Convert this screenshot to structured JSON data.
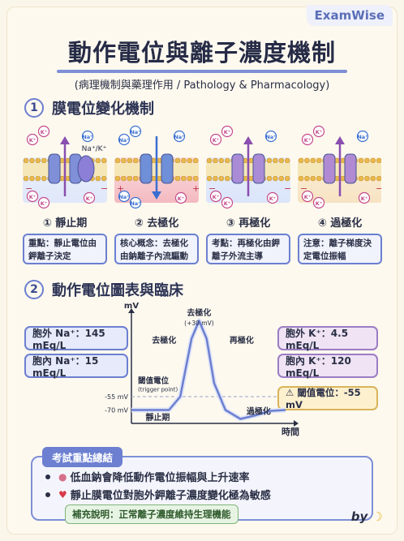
{
  "brand": "ExamWise",
  "title": "動作電位與離子濃度機制",
  "subtitle": "(病理機制與藥理作用 / Pathology & Pharmacology)",
  "section1": {
    "number": "1",
    "title": "膜電位變化機制",
    "ion_labels": {
      "na": "Na⁺",
      "k": "K⁺",
      "pump": "Na⁺/K⁺",
      "plus": "+",
      "minus": "−"
    },
    "steps": [
      {
        "label": "① 靜止期",
        "note": "重點：靜止電位由鉀離子決定"
      },
      {
        "label": "② 去極化",
        "note": "核心概念：去極化由鈉離子內流驅動"
      },
      {
        "label": "③ 再極化",
        "note": "考點：再極化由鉀離子外流主導"
      },
      {
        "label": "④ 過極化",
        "note": "注意：離子梯度決定電位振幅"
      }
    ]
  },
  "section2": {
    "number": "2",
    "title": "動作電位圖表與臨床",
    "left_boxes": [
      "胞外 Na⁺：145 mEq/L",
      "胞內 Na⁺：15 mEq/L"
    ],
    "right_boxes": [
      "胞外 K⁺：4.5 mEq/L",
      "胞內 K⁺：120 mEq/L"
    ],
    "warn_box": "⚠ 閾值電位：-55 mV"
  },
  "chart_data": {
    "type": "line",
    "title": "",
    "xlabel": "時間",
    "ylabel": "mV",
    "y_ticks": [
      "-55 mV",
      "-70 mV"
    ],
    "annotations": {
      "peak": "去極化",
      "peak_value": "(+30 mV)",
      "rising": "去極化",
      "falling": "再極化",
      "threshold": "閾值電位",
      "threshold_sub": "(trigger point)",
      "resting": "靜止期",
      "hyper": "過極化"
    },
    "series": [
      {
        "x": [
          0,
          1,
          2,
          2.6,
          3.2,
          3.6,
          4.0,
          4.4,
          5.0,
          5.8,
          6.6,
          7.4,
          8.2
        ],
        "values": [
          -70,
          -70,
          -70,
          -55,
          10,
          30,
          10,
          -40,
          -70,
          -80,
          -76,
          -71,
          -70
        ]
      }
    ],
    "ylim": [
      -85,
      35
    ],
    "colors": {
      "curve": "#6c7fd0",
      "threshold_line": "#9aa3c4",
      "axis": "#2a2f45"
    }
  },
  "summary": {
    "tab": "考試重點總結",
    "items": [
      {
        "icon": "brain-icon",
        "text": "低血鈉會降低動作電位振幅與上升速率"
      },
      {
        "icon": "heart-icon",
        "text": "靜止膜電位對胞外鉀離子濃度變化極為敏感"
      }
    ],
    "supplement": "補充說明：正常離子濃度維持生理機能",
    "by": "by"
  },
  "colors": {
    "accent": "#6c7fd0",
    "k_ion": "#c44a8a",
    "na_ion": "#3a6fd0",
    "purple": "#9c7cc4"
  }
}
